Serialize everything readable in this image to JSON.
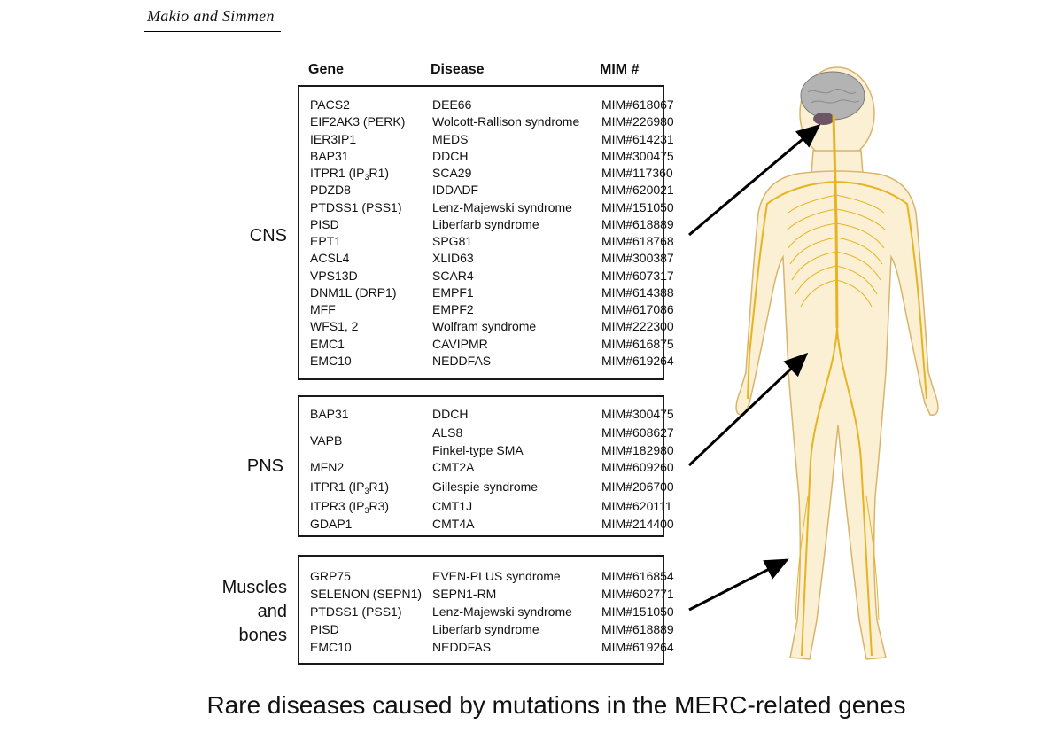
{
  "header": {
    "authors": "Makio and Simmen"
  },
  "columns": {
    "gene": "Gene",
    "disease": "Disease",
    "mim": "MIM #"
  },
  "sections": {
    "cns": {
      "label": "CNS",
      "rows": [
        {
          "gene": "PACS2",
          "disease": "DEE66",
          "mim": "MIM#618067"
        },
        {
          "gene": "EIF2AK3 (PERK)",
          "disease": "Wolcott-Rallison syndrome",
          "mim": "MIM#226980"
        },
        {
          "gene": "IER3IP1",
          "disease": "MEDS",
          "mim": "MIM#614231"
        },
        {
          "gene": "BAP31",
          "disease": "DDCH",
          "mim": "MIM#300475"
        },
        {
          "gene_pre": "ITPR1 (IP",
          "gene_sub": "3",
          "gene_post": "R1)",
          "disease": "SCA29",
          "mim": "MIM#117360"
        },
        {
          "gene": "PDZD8",
          "disease": "IDDADF",
          "mim": "MIM#620021"
        },
        {
          "gene": "PTDSS1 (PSS1)",
          "disease": "Lenz-Majewski syndrome",
          "mim": "MIM#151050"
        },
        {
          "gene": "PISD",
          "disease": "Liberfarb syndrome",
          "mim": "MIM#618889"
        },
        {
          "gene": "EPT1",
          "disease": "SPG81",
          "mim": "MIM#618768"
        },
        {
          "gene": "ACSL4",
          "disease": "XLID63",
          "mim": "MIM#300387"
        },
        {
          "gene": "VPS13D",
          "disease": "SCAR4",
          "mim": "MIM#607317"
        },
        {
          "gene": "DNM1L (DRP1)",
          "disease": "EMPF1",
          "mim": "MIM#614388"
        },
        {
          "gene": "MFF",
          "disease": "EMPF2",
          "mim": "MIM#617086"
        },
        {
          "gene": "WFS1, 2",
          "disease": "Wolfram syndrome",
          "mim": "MIM#222300"
        },
        {
          "gene": "EMC1",
          "disease": "CAVIPMR",
          "mim": "MIM#616875"
        },
        {
          "gene": "EMC10",
          "disease": "NEDDFAS",
          "mim": "MIM#619264"
        }
      ]
    },
    "pns": {
      "label": "PNS",
      "rows": [
        {
          "gene": "BAP31",
          "disease": "DDCH",
          "mim": "MIM#300475"
        },
        {
          "gene": "VAPB",
          "disease": "ALS8",
          "mim": "MIM#608627"
        },
        {
          "gene": "",
          "disease": "Finkel-type SMA",
          "mim": "MIM#182980"
        },
        {
          "gene": "MFN2",
          "disease": "CMT2A",
          "mim": "MIM#609260"
        },
        {
          "gene_pre": "ITPR1 (IP",
          "gene_sub": "3",
          "gene_post": "R1)",
          "disease": "Gillespie syndrome",
          "mim": "MIM#206700"
        },
        {
          "gene_pre": "ITPR3  (IP",
          "gene_sub": "3",
          "gene_post": "R3)",
          "disease": "CMT1J",
          "mim": "MIM#620111"
        },
        {
          "gene": "GDAP1",
          "disease": "CMT4A",
          "mim": "MIM#214400"
        }
      ]
    },
    "muscles": {
      "label_lines": [
        "Muscles",
        "and",
        "bones"
      ],
      "rows": [
        {
          "gene": "GRP75",
          "disease": "EVEN-PLUS syndrome",
          "mim": "MIM#616854"
        },
        {
          "gene": "SELENON (SEPN1)",
          "disease": "SEPN1-RM",
          "mim": "MIM#602771"
        },
        {
          "gene": "PTDSS1 (PSS1)",
          "disease": "Lenz-Majewski syndrome",
          "mim": "MIM#151050"
        },
        {
          "gene": "PISD",
          "disease": "Liberfarb syndrome",
          "mim": "MIM#618889"
        },
        {
          "gene": "EMC10",
          "disease": "NEDDFAS",
          "mim": "MIM#619264"
        }
      ]
    }
  },
  "caption": "Rare diseases caused by mutations in the MERC-related genes",
  "colors": {
    "nerve": "#e6b422",
    "skin": "#fbf0d4",
    "outline": "#d8b46a",
    "brain": "#b3b3b3",
    "cerebellum": "#6e5566"
  }
}
